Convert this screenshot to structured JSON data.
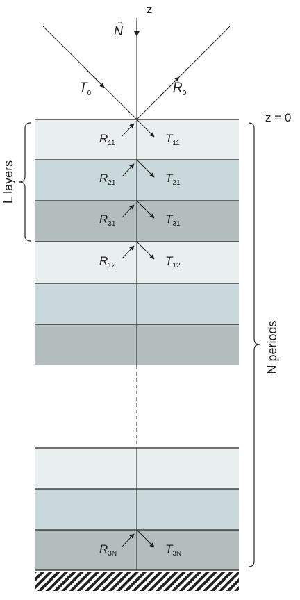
{
  "axis": {
    "label": "z",
    "origin_label": "z = 0"
  },
  "normal": {
    "symbol": "N",
    "vector_mark": "→"
  },
  "incident": {
    "label": "T",
    "sub": "0"
  },
  "reflected": {
    "label": "R",
    "sub": "0"
  },
  "brace_left": {
    "label": "L layers"
  },
  "brace_right": {
    "label": "N periods"
  },
  "interfaces": [
    {
      "r": "R",
      "r_sub": "11",
      "t": "T",
      "t_sub": "11"
    },
    {
      "r": "R",
      "r_sub": "21",
      "t": "T",
      "t_sub": "21"
    },
    {
      "r": "R",
      "r_sub": "31",
      "t": "T",
      "t_sub": "31"
    },
    {
      "r": "R",
      "r_sub": "12",
      "t": "T",
      "t_sub": "12"
    },
    {
      "r": "R",
      "r_sub": "3N",
      "t": "T",
      "t_sub": "3N"
    }
  ],
  "colors": {
    "layer_1": "#e9efee",
    "layer_2": "#c9d8da",
    "layer_3": "#b3bdbb",
    "line": "#222222"
  }
}
